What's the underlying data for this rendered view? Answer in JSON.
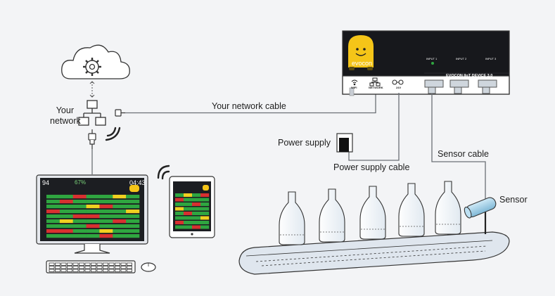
{
  "labels": {
    "your_network": "Your\nnetwork",
    "network_cable": "Your network cable",
    "power_supply": "Power supply",
    "power_supply_cable": "Power supply cable",
    "sensor_cable": "Sensor cable",
    "sensor": "Sensor"
  },
  "device": {
    "brand": "evocon",
    "name": "EVOCON IIoT DEVICE 3.0",
    "inputs": [
      "INPUT 1",
      "INPUT 2",
      "INPUT 3"
    ],
    "ports": [
      "WIFI",
      "NETWORK",
      "24V"
    ]
  },
  "monitor": {
    "left_number": "94",
    "percent": "67%",
    "time": "04:43"
  },
  "colors": {
    "device_body": "#17181c",
    "device_face": "#ffffff",
    "mascot_yellow": "#f5c518",
    "status_green": "#2fa640",
    "status_red": "#d83030",
    "status_yellow": "#f0d020",
    "belt": "#dfe6ee",
    "line": "#6b6f76"
  }
}
